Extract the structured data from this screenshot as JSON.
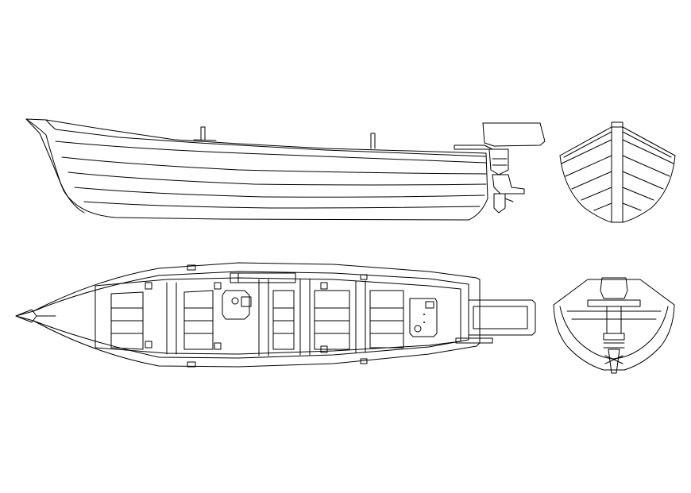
{
  "drawing": {
    "subject": "boat-cad-drawing",
    "views": [
      "side-view",
      "bow-front-view",
      "plan-top-view",
      "stern-rear-view"
    ],
    "line_color": "#000000",
    "background_color": "#ffffff"
  }
}
